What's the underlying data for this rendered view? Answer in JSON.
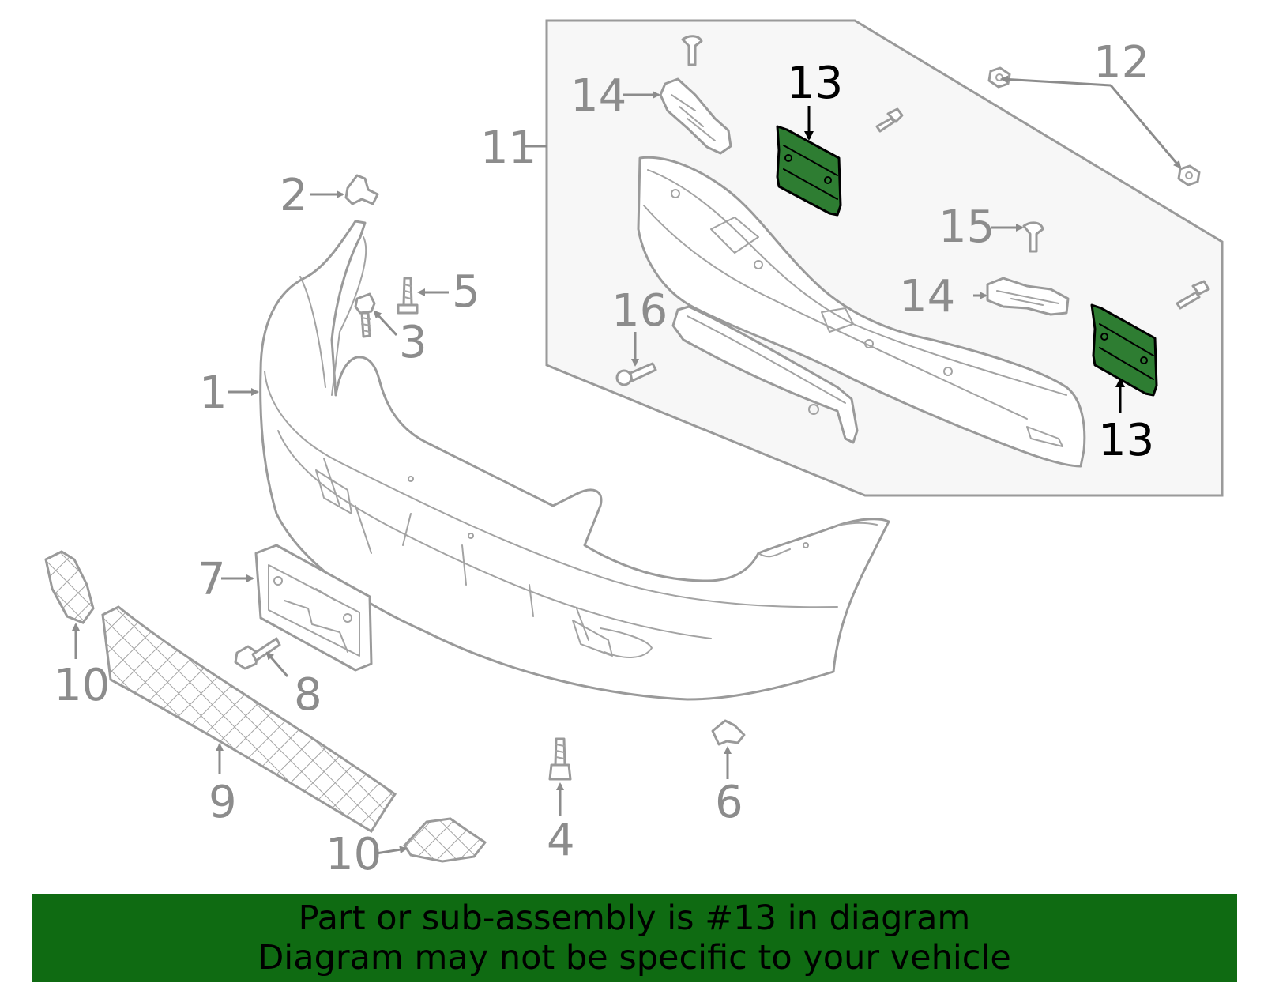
{
  "colors": {
    "highlight_part": "#2e7d32",
    "banner_background": "#0f6b12",
    "callout_gray": "#8c8c8c",
    "callout_highlight": "#000000",
    "inset_background": "#f7f7f7"
  },
  "callouts": {
    "c1": "1",
    "c2": "2",
    "c3": "3",
    "c4": "4",
    "c5": "5",
    "c6": "6",
    "c7": "7",
    "c8": "8",
    "c9": "9",
    "c10a": "10",
    "c10b": "10",
    "c11": "11",
    "c12": "12",
    "c13a": "13",
    "c13b": "13",
    "c14a": "14",
    "c14b": "14",
    "c15": "15",
    "c16": "16"
  },
  "highlighted_part_number": "13",
  "banner": {
    "line1": "Part or sub-assembly is #13 in diagram",
    "line2": "Diagram may not be specific to your vehicle"
  }
}
